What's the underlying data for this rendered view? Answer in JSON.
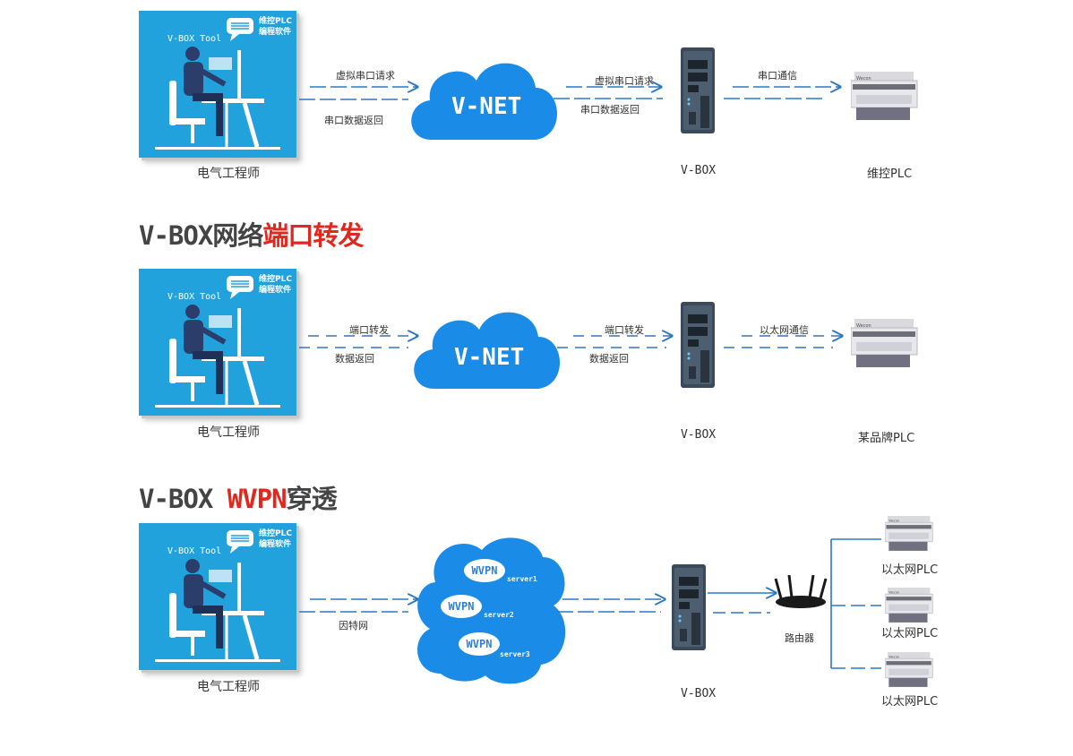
{
  "section1": {
    "card": {
      "tool": "V-BOX Tool",
      "badge_line1": "维控PLC",
      "badge_line2": "编程软件"
    },
    "engineer": "电气工程师",
    "req_label": "虚拟串口请求",
    "resp_label": "串口数据返回",
    "cloud": "V-NET",
    "req_label2": "虚拟串口请求",
    "resp_label2": "串口数据返回",
    "serial_label": "串口通信",
    "vbox": "V-BOX",
    "plc": "维控PLC"
  },
  "section2": {
    "title_prefix": "V-BOX网络",
    "title_red": "端口转发",
    "card": {
      "tool": "V-BOX Tool",
      "badge_line1": "维控PLC",
      "badge_line2": "编程软件"
    },
    "engineer": "电气工程师",
    "fwd_label": "端口转发",
    "ret_label": "数据返回",
    "cloud": "V-NET",
    "fwd_label2": "端口转发",
    "ret_label2": "数据返回",
    "eth_label": "以太网通信",
    "vbox": "V-BOX",
    "plc": "某品牌PLC"
  },
  "section3": {
    "title_prefix": "V-BOX ",
    "title_red": "WVPN",
    "title_suffix": "穿透",
    "card": {
      "tool": "V-BOX Tool",
      "badge_line1": "维控PLC",
      "badge_line2": "编程软件"
    },
    "engineer": "电气工程师",
    "net_label": "因特网",
    "vpn_nodes": [
      {
        "name": "WVPN",
        "server": "server1"
      },
      {
        "name": "WVPN",
        "server": "server2"
      },
      {
        "name": "WVPN",
        "server": "server3"
      }
    ],
    "vbox": "V-BOX",
    "router": "路由器",
    "plcs": [
      "以太网PLC",
      "以太网PLC",
      "以太网PLC"
    ]
  },
  "colors": {
    "card": "#22a2dc",
    "cloud": "#1a8ce8",
    "accent_red": "#e0281e",
    "line": "#2b78c0"
  }
}
